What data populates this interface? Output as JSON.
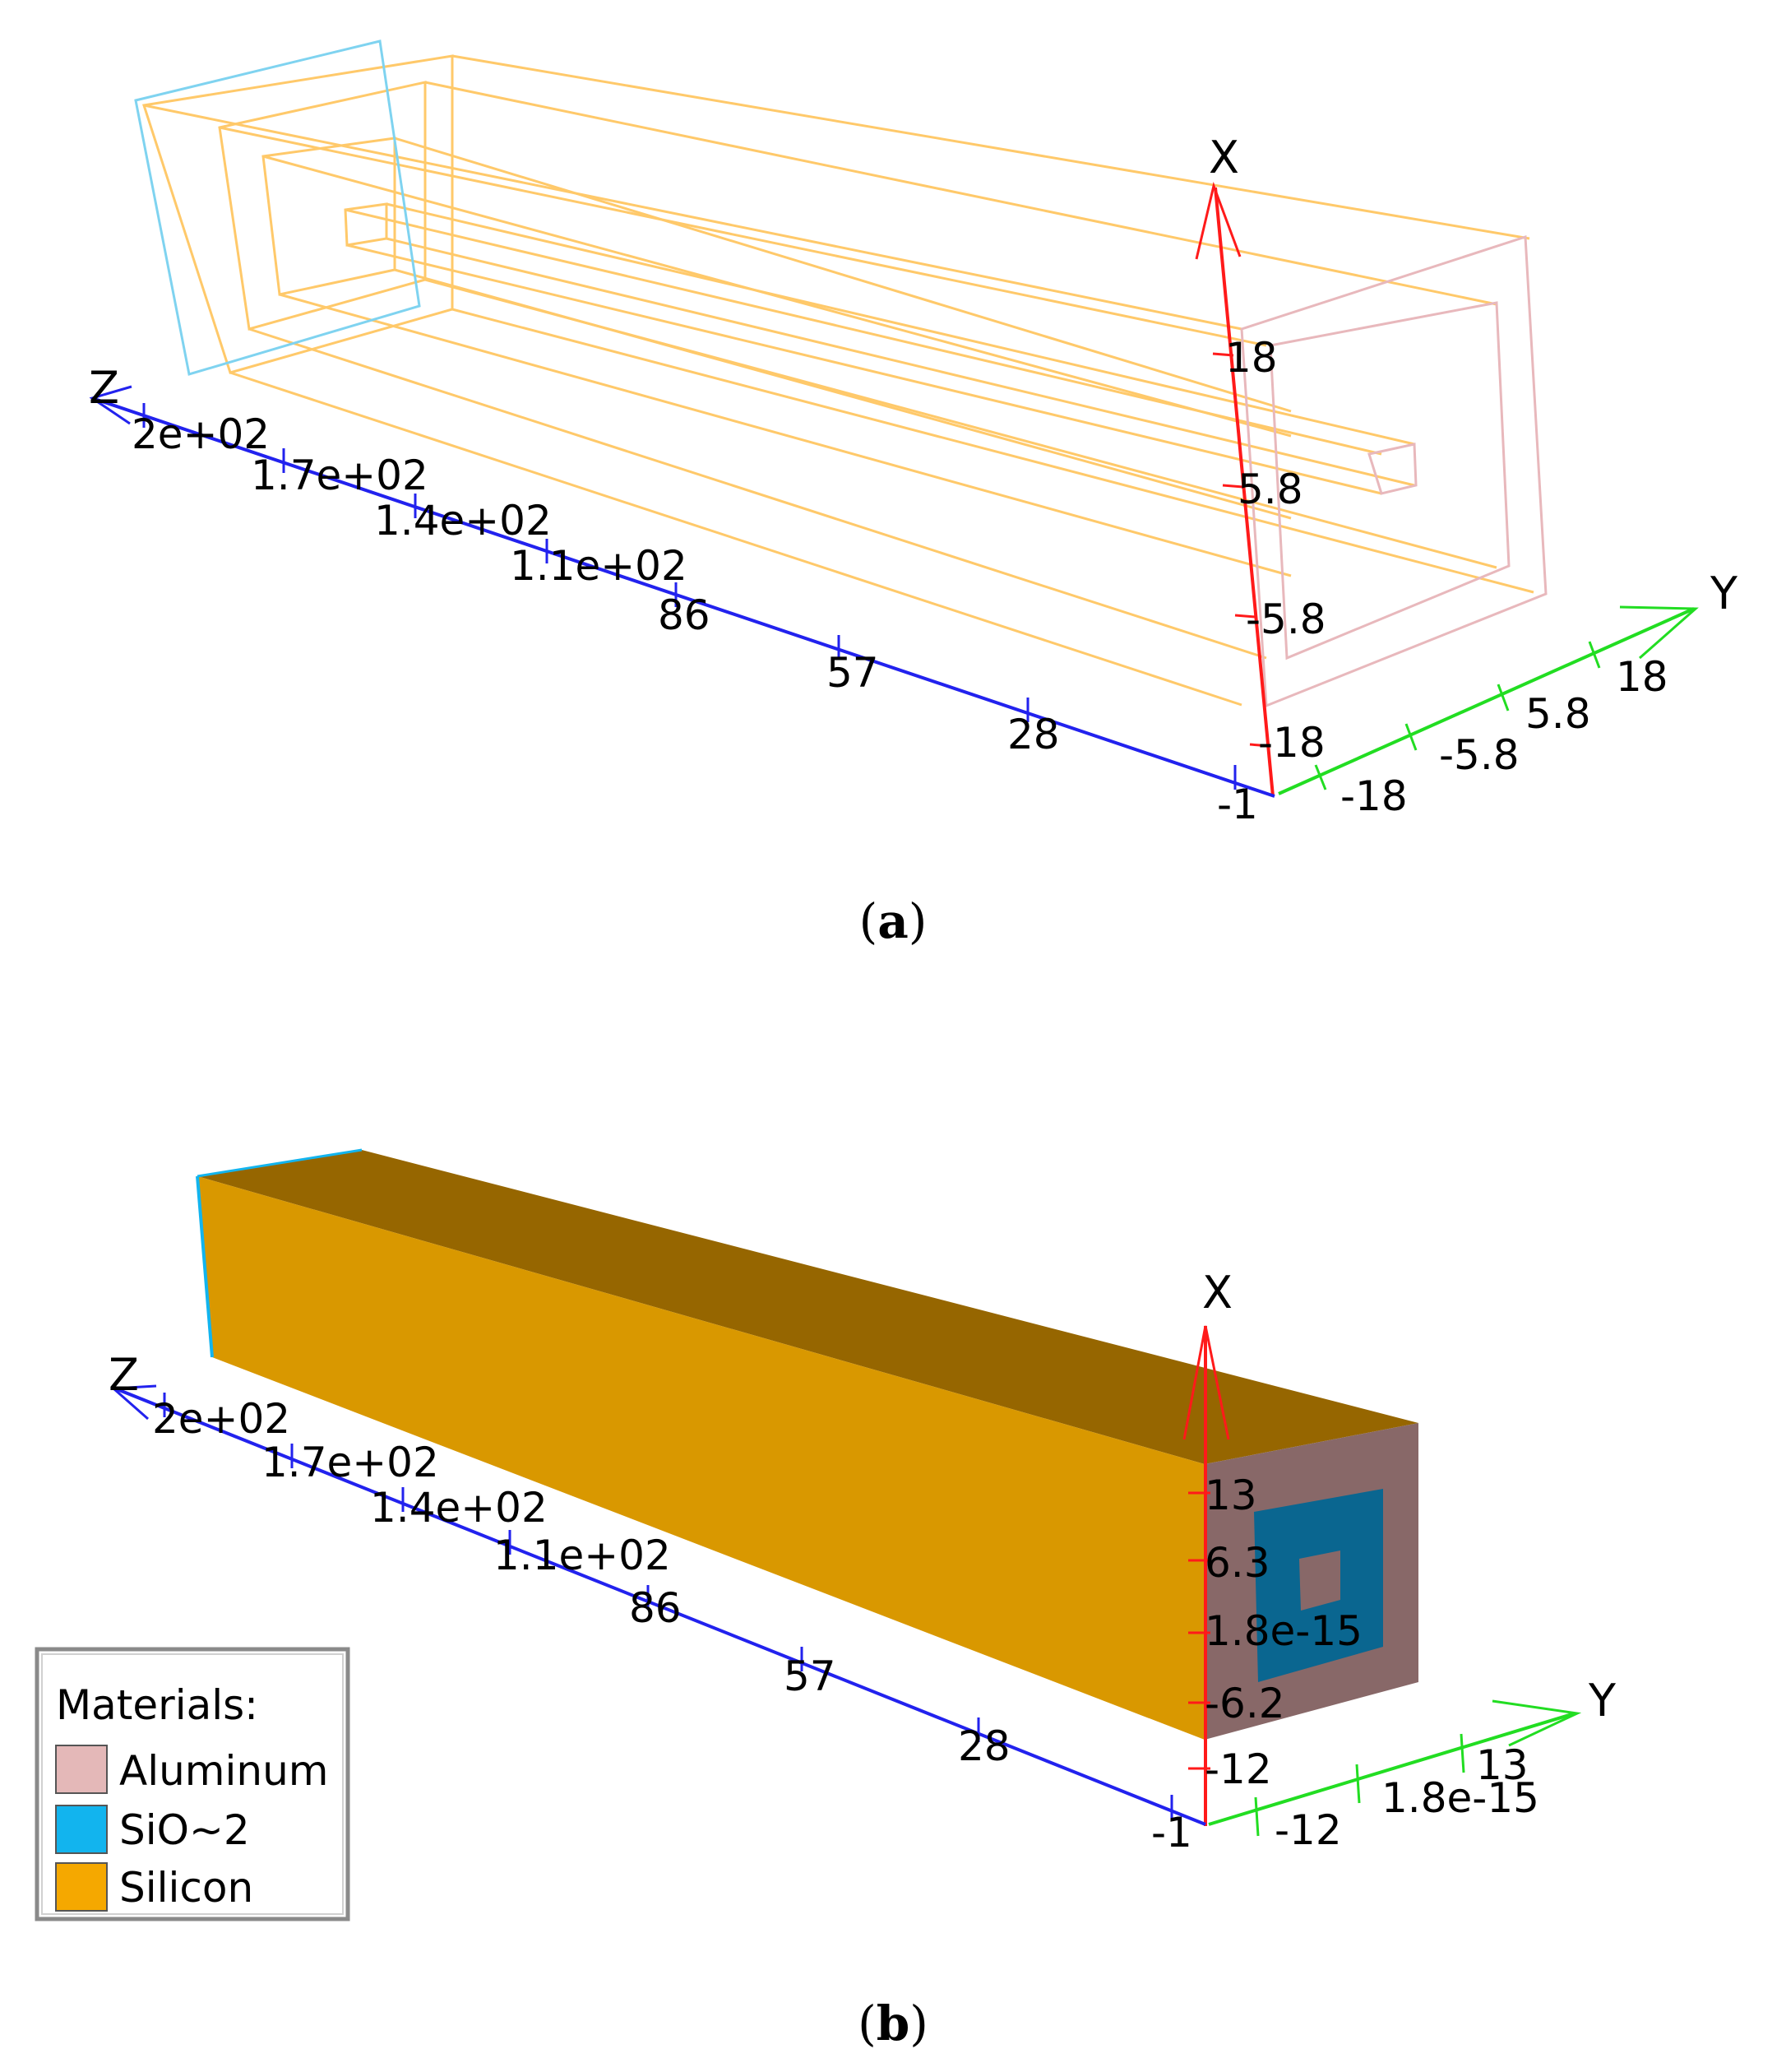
{
  "panel_a": {
    "caption_letter": "a",
    "axes": {
      "x_name": "X",
      "y_name": "Y",
      "z_name": "Z",
      "x_ticks": [
        "18",
        "5.8",
        "-5.8",
        "-18"
      ],
      "y_ticks": [
        "-18",
        "-5.8",
        "5.8",
        "18"
      ],
      "z_ticks": [
        "2e+02",
        "1.7e+02",
        "1.4e+02",
        "1.1e+02",
        "86",
        "57",
        "28",
        "-1"
      ]
    }
  },
  "panel_b": {
    "caption_letter": "b",
    "axes": {
      "x_name": "X",
      "y_name": "Y",
      "z_name": "Z",
      "x_ticks": [
        "13",
        "6.3",
        "1.8e-15",
        "-6.2",
        "-12"
      ],
      "y_ticks": [
        "-12",
        "1.8e-15",
        "13"
      ],
      "z_ticks": [
        "2e+02",
        "1.7e+02",
        "1.4e+02",
        "1.1e+02",
        "86",
        "57",
        "28",
        "-1"
      ]
    },
    "legend": {
      "title": "Materials:",
      "items": [
        {
          "label": "Aluminum",
          "color": "#e4b8b8"
        },
        {
          "label": "SiO~2",
          "color": "#12b4ee"
        },
        {
          "label": "Silicon",
          "color": "#f5a800"
        }
      ]
    }
  },
  "colors": {
    "x_axis": "#ff1a1a",
    "y_axis": "#22dd22",
    "z_axis": "#2222ee",
    "silicon_wire": "#ffc96a",
    "oxide_wire": "#7fd3f0",
    "aluminum_wire": "#e8b8bc",
    "silicon_front": "#d99800",
    "silicon_top": "#966600",
    "aluminum_face": "#886868",
    "oxide_face": "#0a6690"
  }
}
